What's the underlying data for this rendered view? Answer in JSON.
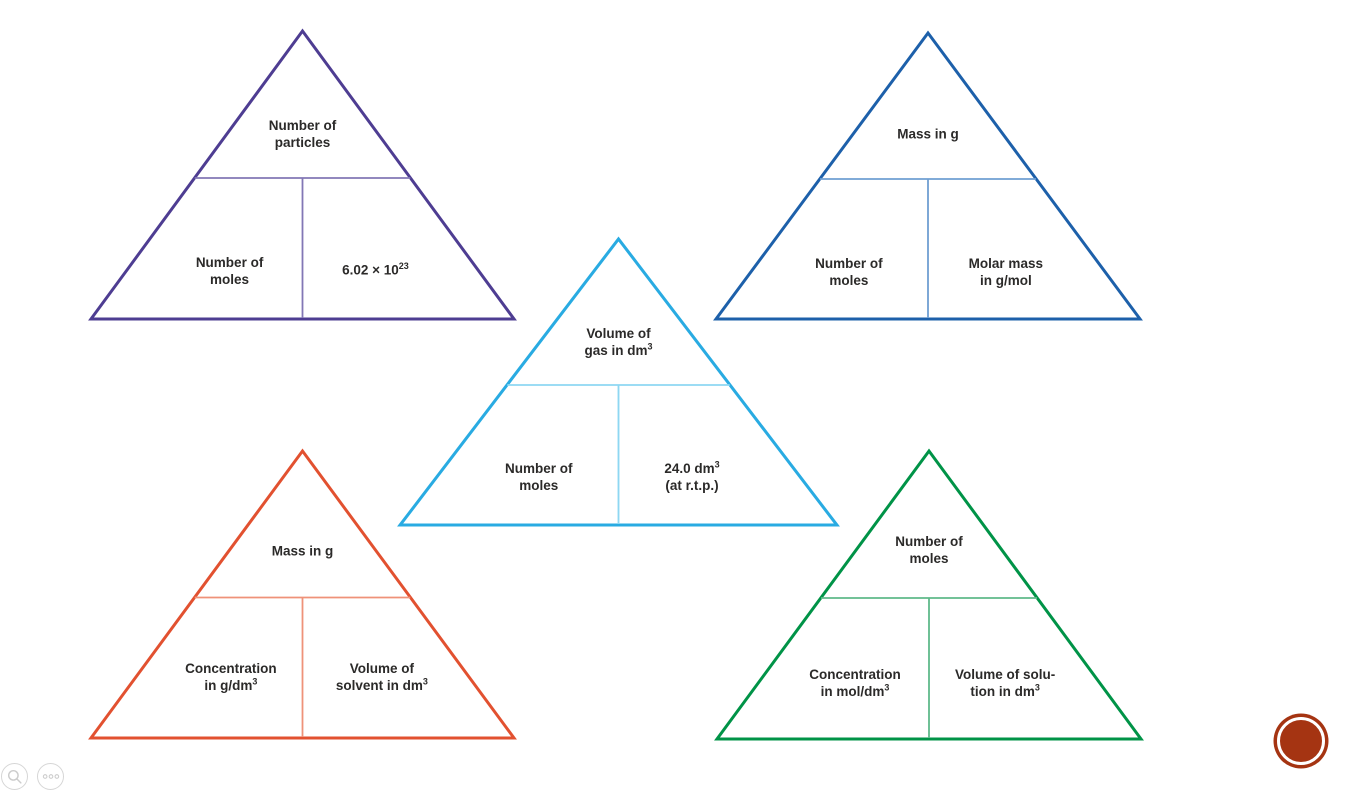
{
  "triangles": [
    {
      "name": "avogadro-triangle",
      "outline_color": "#4e3d92",
      "divider_color": "#8277b5",
      "top": {
        "l1": "Number of",
        "l2": "particles"
      },
      "bottom_left": {
        "l1": "Number of",
        "l2": "moles"
      },
      "bottom_right": {
        "l1": "6.02 × 10",
        "l1_sup": "23"
      }
    },
    {
      "name": "molar-mass-triangle",
      "outline_color": "#1d60aa",
      "divider_color": "#6f9fd2",
      "top": {
        "l1": "Mass in g"
      },
      "bottom_left": {
        "l1": "Number of",
        "l2": "moles"
      },
      "bottom_right": {
        "l1": "Molar mass",
        "l2": "in g/mol"
      }
    },
    {
      "name": "gas-volume-triangle",
      "outline_color": "#29abe2",
      "divider_color": "#8ed7f2",
      "top": {
        "l1": "Volume of",
        "l2": "gas in dm",
        "l2_sup": "3"
      },
      "bottom_left": {
        "l1": "Number of",
        "l2": "moles"
      },
      "bottom_right": {
        "l1": "24.0 dm",
        "l1_sup": "3",
        "l2": "(at r.t.p.)"
      }
    },
    {
      "name": "mass-concentration-triangle",
      "outline_color": "#e25130",
      "divider_color": "#ef9279",
      "top": {
        "l1": "Mass in g"
      },
      "bottom_left": {
        "l1": "Concentration",
        "l2": "in g/dm",
        "l2_sup": "3"
      },
      "bottom_right": {
        "l1": "Volume of",
        "l2": "solvent in dm",
        "l2_sup": "3"
      }
    },
    {
      "name": "molar-concentration-triangle",
      "outline_color": "#009347",
      "divider_color": "#5fb98a",
      "top": {
        "l1": "Number of",
        "l2": "moles"
      },
      "bottom_left": {
        "l1": "Concentration",
        "l2": "in mol/dm",
        "l2_sup": "3"
      },
      "bottom_right": {
        "l1": "Volume of solu-",
        "l2": "tion in dm",
        "l2_sup": "3"
      }
    }
  ],
  "badge": {
    "fill": "#a53412",
    "ring": "#ffffff"
  },
  "toolbar": {
    "zoom_icon": "magnifier",
    "more_icon": "ellipsis",
    "icon_color": "#cccccc"
  },
  "text_color": "#2b2a29",
  "background": "#ffffff"
}
